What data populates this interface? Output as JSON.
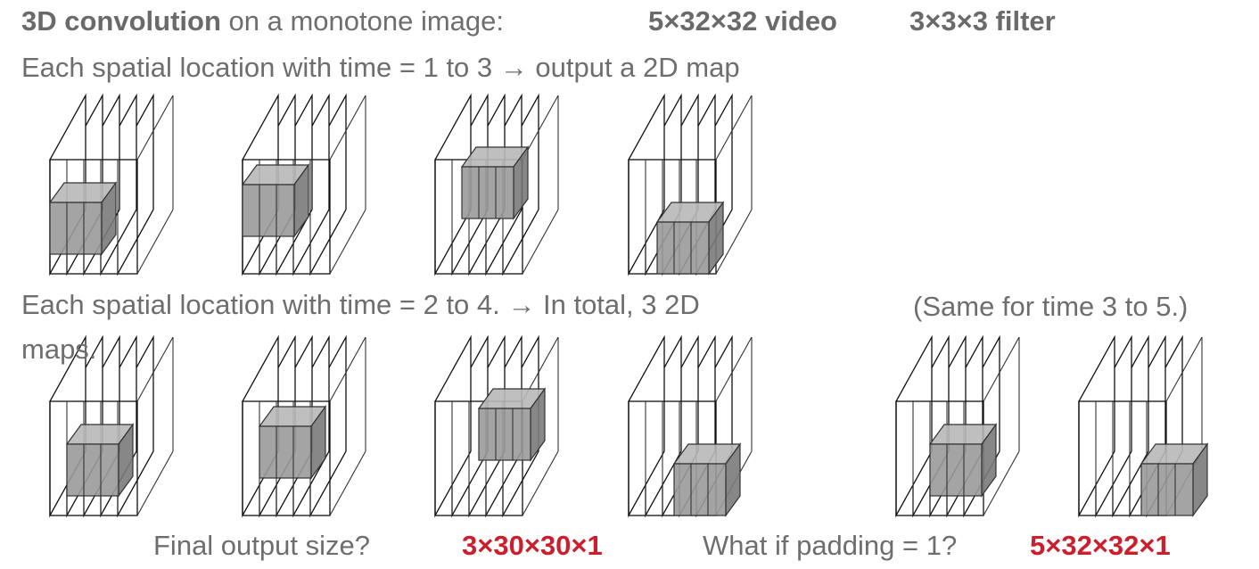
{
  "header": {
    "title_bold": "3D convolution",
    "title_rest": "on a monotone image:",
    "video_size": "5×32×32 video",
    "filter_size": "3×3×3 filter"
  },
  "rows": [
    {
      "caption": "Each spatial location with time = 1 to 3 → output a 2D map"
    },
    {
      "caption": "Each spatial location with time = 2 to 4. → In total, 3 2D",
      "caption_cont": "maps."
    }
  ],
  "side_note": "(Same for time 3 to 5.)",
  "footer": {
    "question_output": "Final output size?",
    "answer_output": "3×30×30×1",
    "question_padding": "What if padding = 1?",
    "answer_padding": "5×32×32×1"
  },
  "diagram": {
    "frames_per_stack": 5,
    "stacks": [
      {
        "row": 0,
        "filter_start_frame": 0,
        "filter_pos": "mid-left"
      },
      {
        "row": 0,
        "filter_start_frame": 0,
        "filter_pos": "top-left"
      },
      {
        "row": 0,
        "filter_start_frame": 0,
        "filter_pos": "top-right"
      },
      {
        "row": 0,
        "filter_start_frame": 0,
        "filter_pos": "bottom-right"
      },
      {
        "row": 1,
        "filter_start_frame": 1,
        "filter_pos": "mid-left"
      },
      {
        "row": 1,
        "filter_start_frame": 1,
        "filter_pos": "top-left"
      },
      {
        "row": 1,
        "filter_start_frame": 1,
        "filter_pos": "top-right"
      },
      {
        "row": 1,
        "filter_start_frame": 1,
        "filter_pos": "bottom-right"
      },
      {
        "row": 1,
        "filter_start_frame": 2,
        "filter_pos": "mid-left"
      },
      {
        "row": 1,
        "filter_start_frame": 2,
        "filter_pos": "bottom-right"
      }
    ]
  }
}
